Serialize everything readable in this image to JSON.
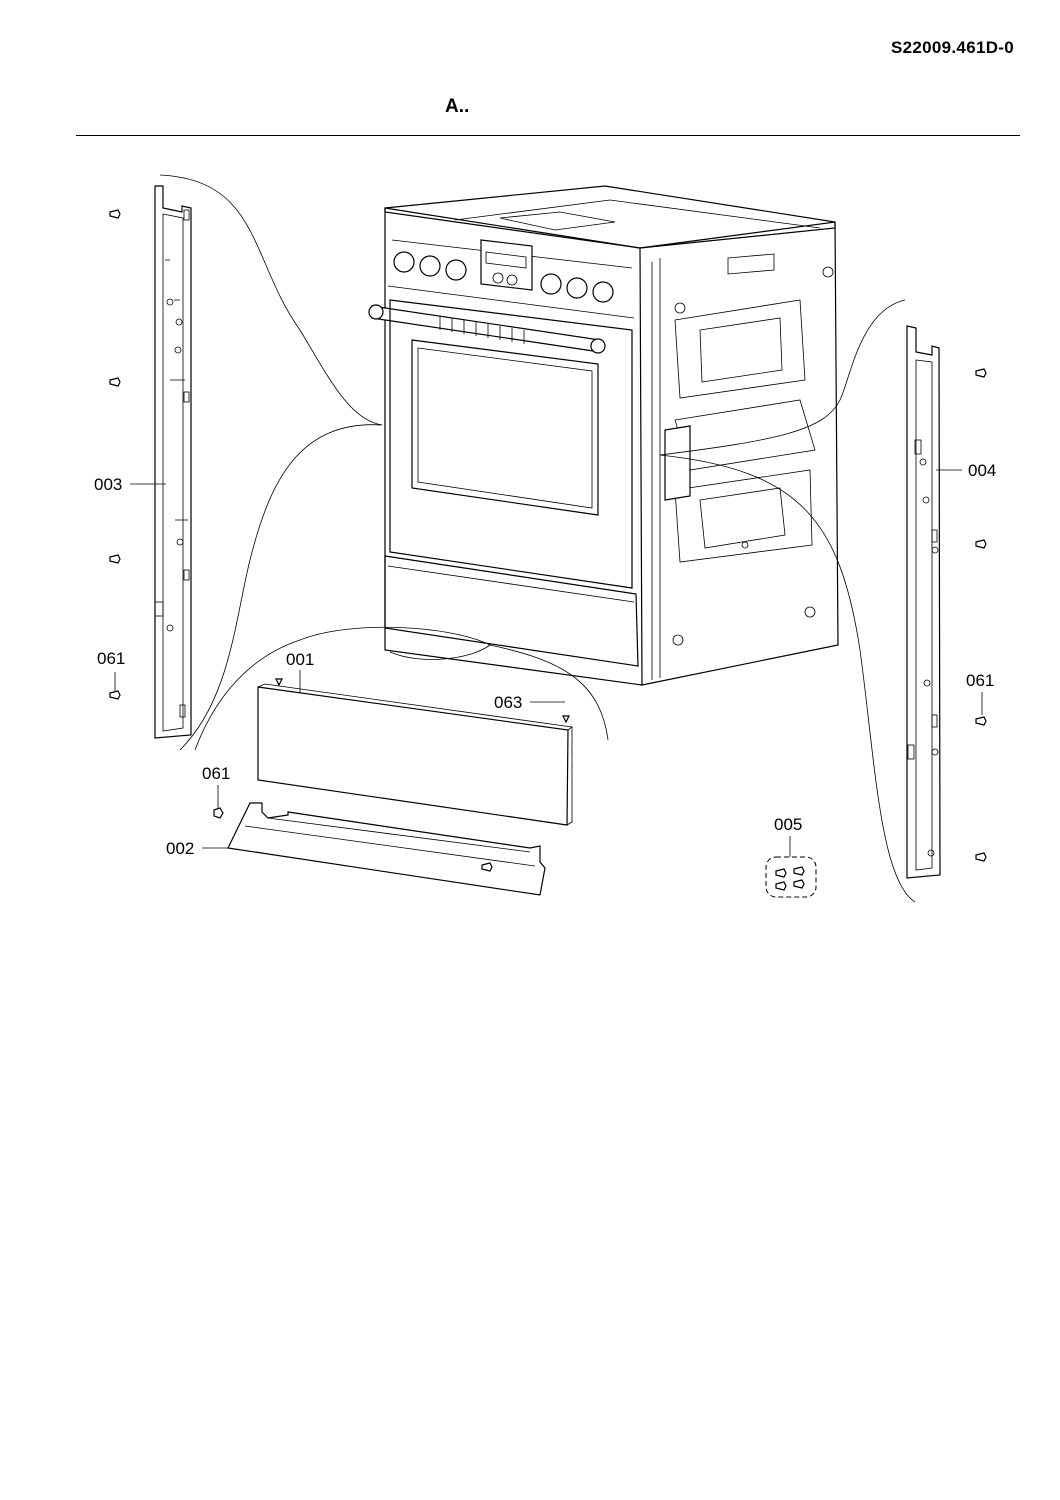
{
  "header": {
    "document_code": "S22009.461D-0",
    "section_title": "A.."
  },
  "callouts": {
    "p003": "003",
    "p061_left": "061",
    "p001": "001",
    "p063": "063",
    "p061_bottom": "061",
    "p002": "002",
    "p004": "004",
    "p061_right": "061",
    "p005": "005"
  }
}
